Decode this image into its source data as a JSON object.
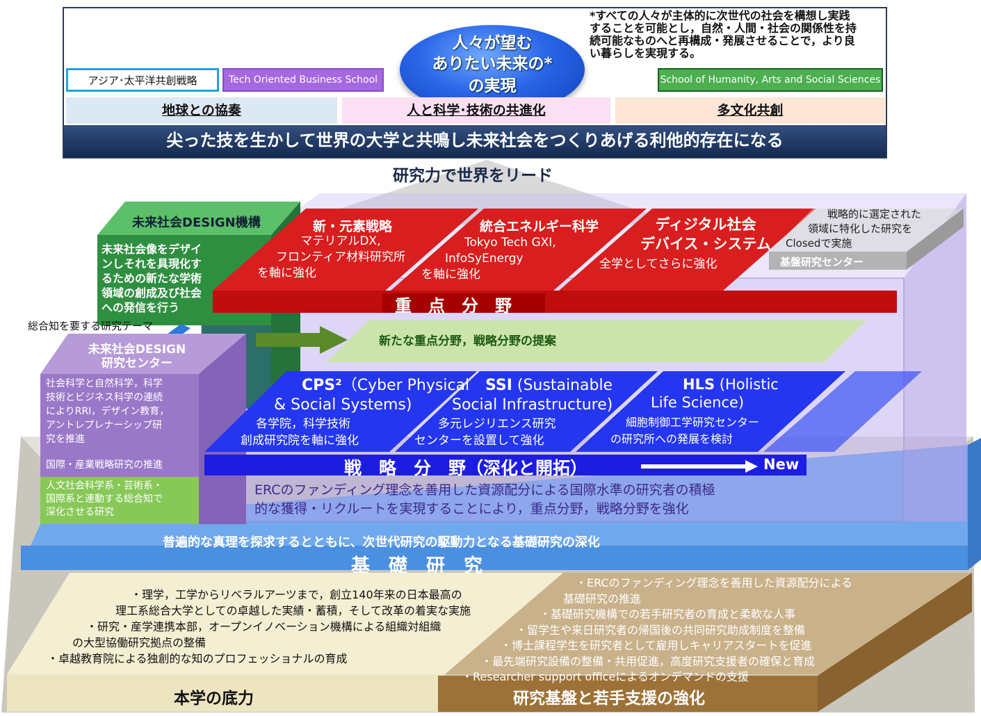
{
  "vision": {
    "bubble_lines": [
      "人々が望む",
      "ありたい未来の*",
      "の実現"
    ],
    "footnote_lines": [
      "*すべての人々が主体的に次世代の社会を構想し実践",
      "することを可能とし，自然・人間・社会の関係性を持",
      "続可能なものへと再構成・発展させることで，より良",
      "い暮らしを実現する。"
    ],
    "tags": {
      "asia": "アジア･太平洋共創戦略",
      "tech": "Tech Oriented Business School",
      "humanity": "School of Humanity, Arts and Social Sciences"
    },
    "pillars": [
      "地球との協奏",
      "人と科学･技術の共進化",
      "多文化共創"
    ],
    "mission": "尖った技を生かして世界の大学と共鳴し未来社会をつくりあげる利他的存在になる"
  },
  "lead_label": "研究力で世界をリード",
  "design_org": {
    "title": "未来社会DESIGN機構",
    "desc_lines": [
      "未来社会像をデザイ",
      "ンしそれを具現化す",
      "るための新たな学術",
      "領域の創成及び社会",
      "への発信を行う"
    ]
  },
  "integrated_theme": "総合知を要する研究テーマ",
  "design_center": {
    "title_lines": [
      "未来社会DESIGN",
      "研究センター"
    ],
    "para1": [
      "社会科学と自然科学，科学",
      "技術とビジネス科学の連続",
      "によりRRI，デザイン教育，",
      "アントレプレナーシップ研",
      "究を推進"
    ],
    "para2": "国際・産業戦略研究の推進",
    "para3": [
      "人文社会科学系・芸術系・",
      "国際系と連動する総合知で",
      "深化させる研究"
    ]
  },
  "priority": {
    "label": "重　点　分　野",
    "items": [
      {
        "title": "新・元素戦略",
        "lines": [
          "マテリアルDX,",
          "フロンティア材料研究所",
          "を軸に強化"
        ]
      },
      {
        "title": "統合エネルギー科学",
        "lines": [
          "Tokyo Tech GXI,",
          "InfoSyEnergy",
          "を軸に強化"
        ]
      },
      {
        "title_lines": [
          "ディジタル社会",
          "デバイス・システム"
        ],
        "lines": [
          "全学としてさらに強化"
        ]
      }
    ]
  },
  "basic_center": {
    "desc_lines": [
      "戦略的に選定された",
      "領域に特化した研究を",
      "Closedで実施"
    ],
    "label": "基盤研究センター"
  },
  "proposal": "新たな重点分野，戦略分野の提案",
  "strategic": {
    "label": "戦　略　分　野（深化と開拓）",
    "new_label": "New",
    "items": [
      {
        "title_bold": "CPS²",
        "title_rest": "（Cyber Physical",
        "title_line2": "& Social Systems)",
        "lines": [
          "各学院，科学技術",
          "創成研究院を軸に強化"
        ]
      },
      {
        "title_bold": "SSI",
        "title_rest": " (Sustainable",
        "title_line2": "Social Infrastructure)",
        "lines": [
          "多元レジリエンス研究",
          "センターを設置して強化"
        ]
      },
      {
        "title_bold": "HLS",
        "title_rest": " (Holistic",
        "title_line2": "Life Science)",
        "lines": [
          "細胞制御工学研究センター",
          "の研究所への発展を検討"
        ]
      }
    ]
  },
  "erc_lines": [
    "ERCのファンディング理念を善用した資源配分による国際水準の研究者の積極",
    "的な獲得・リクルートを実現することにより，重点分野，戦略分野を強化"
  ],
  "foundation": {
    "subtitle": "普遍的な真理を探求するとともに、次世代研究の駆動力となる基礎研究の深化",
    "label": "基　礎　研　究"
  },
  "strength": {
    "lines": [
      "・理学，工学からリベラルアーツまで，創立140年来の日本最高の",
      "理工系総合大学としての卓越した実績・蓄積，そして改革の着実な実施",
      "・研究・産学連携本部，オープンイノベーション機構による組織対組織",
      "の大型協働研究拠点の整備",
      "・卓越教育院による独創的な知のプロフェッショナルの育成"
    ],
    "label": "本学の底力"
  },
  "support": {
    "lines": [
      "・ERCのファンディング理念を善用した資源配分による",
      "基礎研究の推進",
      "・基礎研究機構での若手研究者の育成と柔軟な人事",
      "・留学生や来日研究者の帰国後の共同研究助成制度を整備",
      "・博士課程学生を研究者として雇用しキャリアスタートを促進",
      "・最先端研究設備の整備・共用促進，高度研究支援者の確保と育成",
      "・Researcher support officeによるオンデマンドの支援"
    ],
    "label": "研究基盤と若手支援の強化"
  }
}
